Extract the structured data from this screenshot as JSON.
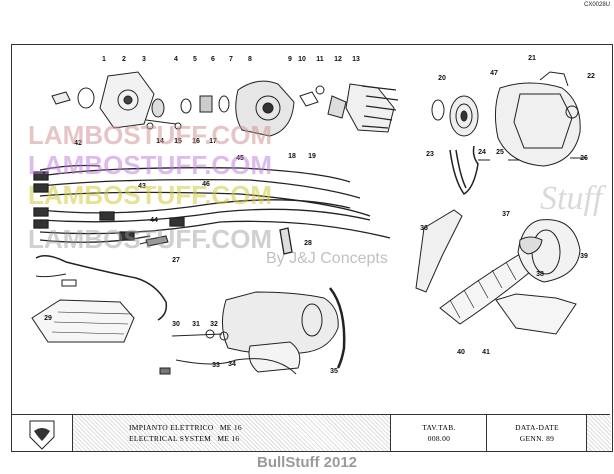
{
  "header": {
    "code": "CX0028U"
  },
  "watermarks": {
    "lambo_row1": "LAMBOSTUFF.COM",
    "lambo_row2": "LAMBOSTUFF.COM",
    "lambo_row3": "LAMBOSTUFF.COM",
    "lambo_row4": "LAMBOSTUFF.COM",
    "stuff_word": "Stuff",
    "by_line": "By J&J Concepts",
    "footer": "BullStuff 2012"
  },
  "title_block": {
    "title_it": "IMPIANTO ELETTRICO",
    "model_1": "ME 16",
    "title_en": "ELECTRICAL SYSTEM",
    "model_2": "ME 16",
    "tav_label": "TAV.TAB.",
    "tav_value": "008.00",
    "date_label": "DATA-DATE",
    "date_value": "GENN. 89"
  },
  "callouts": [
    "1",
    "2",
    "3",
    "4",
    "5",
    "6",
    "7",
    "8",
    "9",
    "10",
    "11",
    "12",
    "13",
    "14",
    "15",
    "16",
    "17",
    "18",
    "19",
    "20",
    "21",
    "22",
    "23",
    "24",
    "25",
    "26",
    "27",
    "28",
    "29",
    "30",
    "31",
    "32",
    "33",
    "34",
    "35",
    "36",
    "37",
    "38",
    "39",
    "40",
    "41",
    "42",
    "43",
    "44",
    "45",
    "46",
    "47"
  ]
}
